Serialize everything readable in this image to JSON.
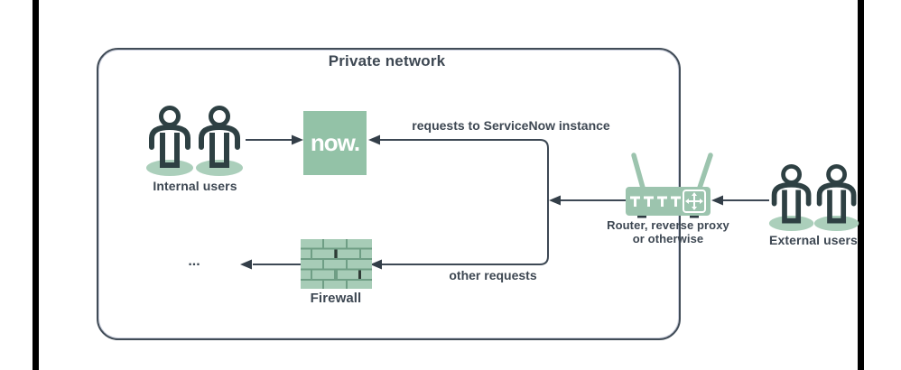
{
  "colors": {
    "sage_green": "#93c2a7",
    "sage_light": "#abcfbb",
    "connector_line": "#3d4854",
    "text": "#3d4752",
    "icon_stroke": "#2e4043",
    "edge_bar": "#000000",
    "firewall_brick": "#a7ccb7",
    "firewall_mortar": "#6f9e85"
  },
  "private_network": {
    "title": "Private network"
  },
  "nodes": {
    "internal_users": {
      "label": "Internal users"
    },
    "servicenow_instance": {
      "logo_text": "now."
    },
    "firewall": {
      "label": "Firewall"
    },
    "dots": {
      "text": "..."
    },
    "router": {
      "label_line1": "Router, reverse proxy",
      "label_line2": "or otherwise"
    },
    "external_users": {
      "label": "External users"
    }
  },
  "edges": {
    "requests_to_servicenow": {
      "label": "requests to ServiceNow instance"
    },
    "other_requests": {
      "label": "other requests"
    }
  }
}
